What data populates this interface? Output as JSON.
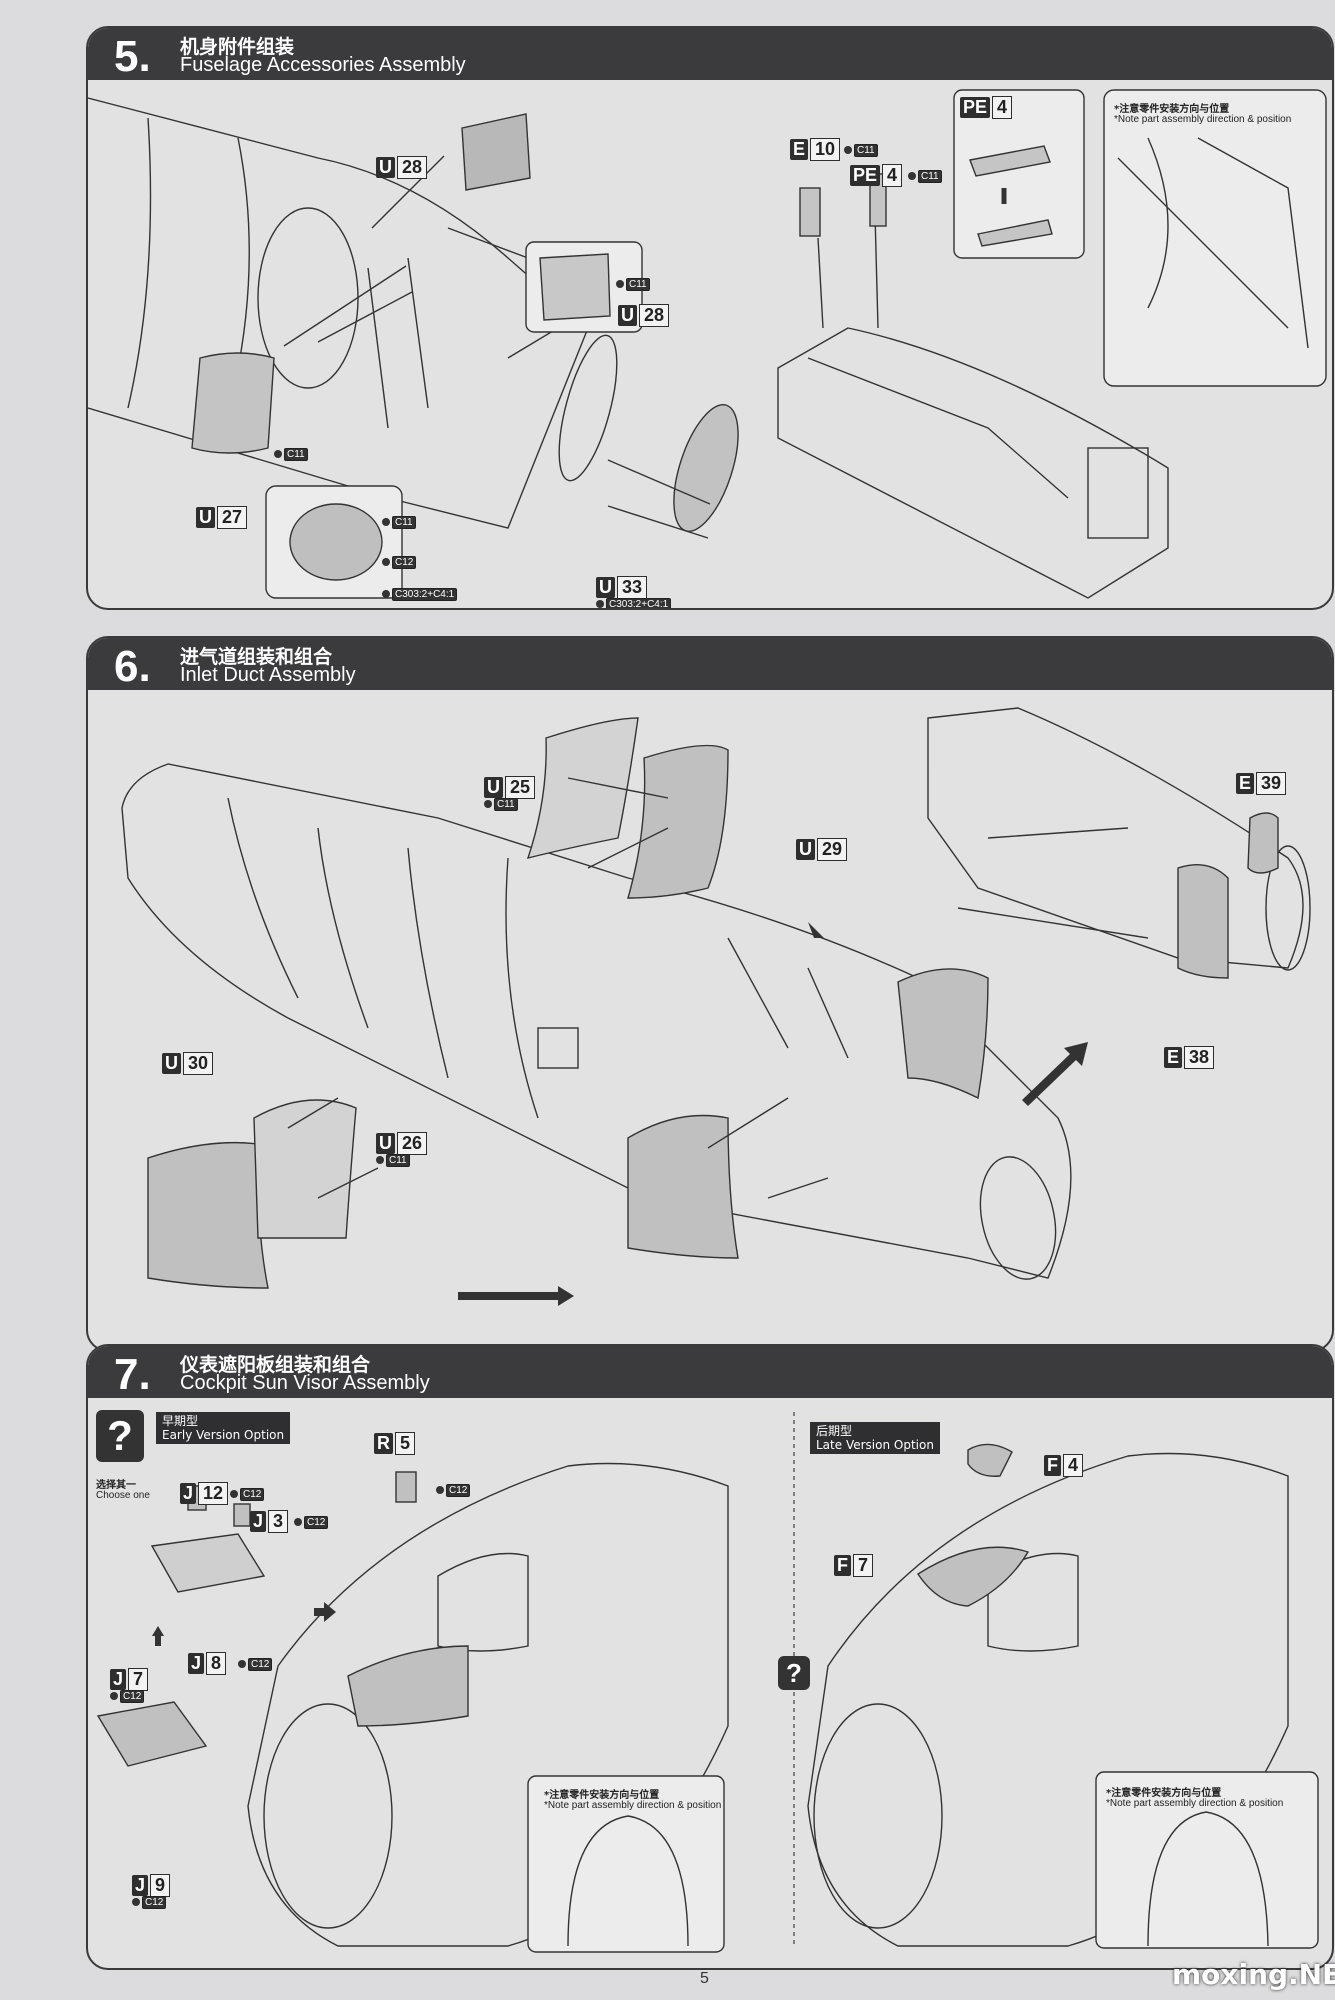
{
  "steps": [
    {
      "number": "5.",
      "title_cn": "机身附件组装",
      "title_en": "Fuselage Accessories Assembly"
    },
    {
      "number": "6.",
      "title_cn": "进气道组装和组合",
      "title_en": "Inlet Duct Assembly"
    },
    {
      "number": "7.",
      "title_cn": "仪表遮阳板组装和组合",
      "title_en": "Cockpit Sun Visor Assembly"
    }
  ],
  "note": {
    "cn": "*注意零件安装方向与位置",
    "en": "*Note part assembly direction & position"
  },
  "step5": {
    "parts": {
      "u28": {
        "letter": "U",
        "num": "28"
      },
      "u27": {
        "letter": "U",
        "num": "27"
      },
      "u33": {
        "letter": "U",
        "num": "33"
      },
      "e10": {
        "letter": "E",
        "num": "10"
      },
      "pe4a": {
        "letter": "PE",
        "num": "4"
      },
      "pe4b": {
        "letter": "PE",
        "num": "4"
      }
    },
    "paints": {
      "c11": "C11",
      "c12": "C12",
      "mix": "C303:2+C4:1"
    }
  },
  "step6": {
    "parts": {
      "u25": {
        "letter": "U",
        "num": "25"
      },
      "u29": {
        "letter": "U",
        "num": "29"
      },
      "u30": {
        "letter": "U",
        "num": "30"
      },
      "u26": {
        "letter": "U",
        "num": "26"
      },
      "e39": {
        "letter": "E",
        "num": "39"
      },
      "e38": {
        "letter": "E",
        "num": "38"
      }
    },
    "paints": {
      "c11": "C11"
    }
  },
  "step7": {
    "early": {
      "cn": "早期型",
      "en": "Early Version Option"
    },
    "late": {
      "cn": "后期型",
      "en": "Late Version Option"
    },
    "choose": {
      "cn": "选择其一",
      "en": "Choose one"
    },
    "question": "?",
    "parts": {
      "j12": {
        "letter": "J",
        "num": "12"
      },
      "j3": {
        "letter": "J",
        "num": "3"
      },
      "r5": {
        "letter": "R",
        "num": "5"
      },
      "j7": {
        "letter": "J",
        "num": "7"
      },
      "j8": {
        "letter": "J",
        "num": "8"
      },
      "j9": {
        "letter": "J",
        "num": "9"
      },
      "f4": {
        "letter": "F",
        "num": "4"
      },
      "f7": {
        "letter": "F",
        "num": "7"
      }
    },
    "paints": {
      "c12": "C12"
    }
  },
  "page_number": "5",
  "watermark": "moxing.NET"
}
